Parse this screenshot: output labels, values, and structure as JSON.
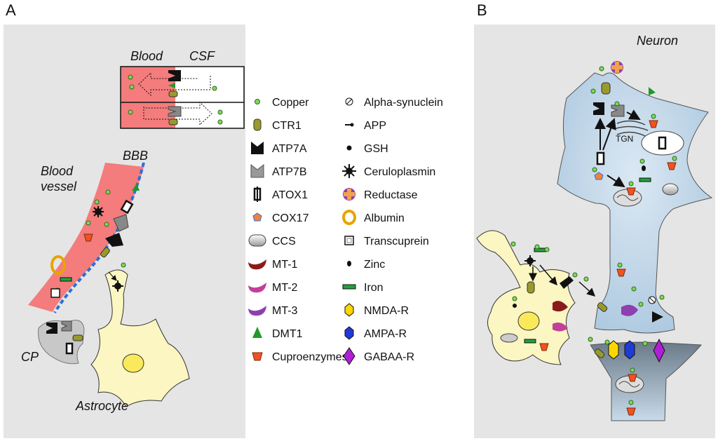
{
  "panels": {
    "a": {
      "letter": "A"
    },
    "b": {
      "letter": "B"
    }
  },
  "panel_a": {
    "inset_blood": "Blood",
    "inset_csf": "CSF",
    "bbb": "BBB",
    "blood_vessel_line1": "Blood",
    "blood_vessel_line2": "vessel",
    "cp": "CP",
    "astrocyte": "Astrocyte"
  },
  "panel_b": {
    "neuron": "Neuron",
    "tgn": "TGN"
  },
  "legend": {
    "col1": [
      {
        "icon": "copper-icon",
        "label": "Copper"
      },
      {
        "icon": "ctr1-icon",
        "label": "CTR1"
      },
      {
        "icon": "atp7a-icon",
        "label": "ATP7A"
      },
      {
        "icon": "atp7b-icon",
        "label": "ATP7B"
      },
      {
        "icon": "atox1-icon",
        "label": "ATOX1"
      },
      {
        "icon": "cox17-icon",
        "label": "COX17"
      },
      {
        "icon": "ccs-icon",
        "label": "CCS"
      },
      {
        "icon": "mt1-icon",
        "label": "MT-1"
      },
      {
        "icon": "mt2-icon",
        "label": "MT-2"
      },
      {
        "icon": "mt3-icon",
        "label": "MT-3"
      },
      {
        "icon": "dmt1-icon",
        "label": "DMT1"
      },
      {
        "icon": "cuproenzyme-icon",
        "label": "Cuproenzymes"
      }
    ],
    "col2": [
      {
        "icon": "alpha-synuclein-icon",
        "label": "Alpha-synuclein"
      },
      {
        "icon": "app-icon",
        "label": "APP"
      },
      {
        "icon": "gsh-icon",
        "label": "GSH"
      },
      {
        "icon": "ceruloplasmin-icon",
        "label": "Ceruloplasmin"
      },
      {
        "icon": "reductase-icon",
        "label": "Reductase"
      },
      {
        "icon": "albumin-icon",
        "label": "Albumin"
      },
      {
        "icon": "transcuprein-icon",
        "label": "Transcuprein"
      },
      {
        "icon": "zinc-icon",
        "label": "Zinc"
      },
      {
        "icon": "iron-icon",
        "label": "Iron"
      },
      {
        "icon": "nmda-r-icon",
        "label": "NMDA-R"
      },
      {
        "icon": "ampa-r-icon",
        "label": "AMPA-R"
      },
      {
        "icon": "gabaa-r-icon",
        "label": "GABAA-R"
      }
    ]
  },
  "colors": {
    "panel_bg": "#e5e5e5",
    "blood": "#f47c7c",
    "astrocyte": "#fbf6c2",
    "neuron": "#b6d1e6",
    "copper": "#7ed957",
    "ctr1": "#9a9a2c",
    "iron": "#23a23a",
    "cuproenzyme": "#f2521f",
    "reductase": "#8e3fb0",
    "bbb": "#2b6fd6"
  }
}
